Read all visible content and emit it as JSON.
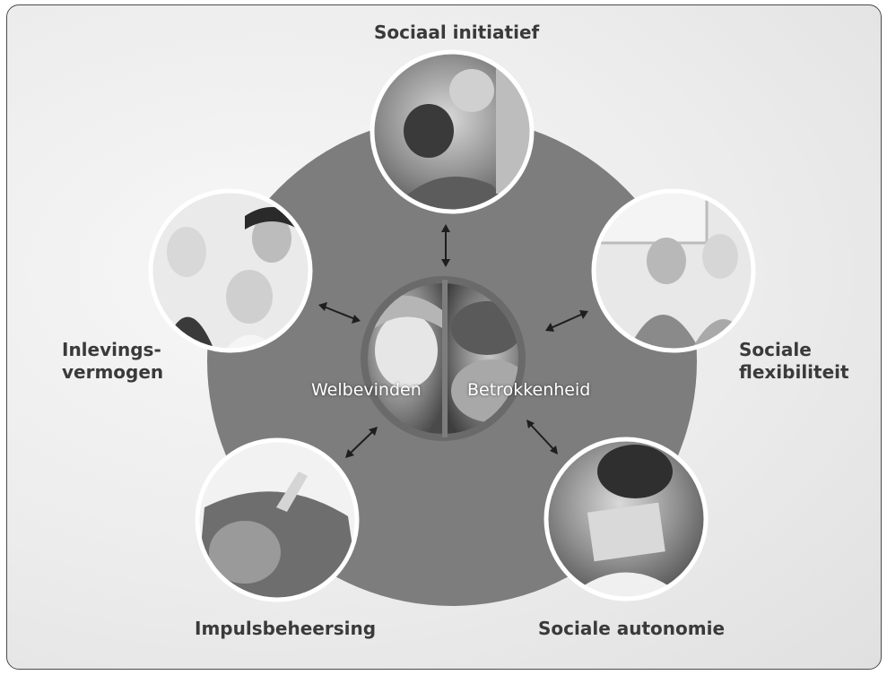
{
  "diagram": {
    "center": {
      "left_label": "Welbevinden",
      "right_label": "Betrokkenheid"
    },
    "nodes": [
      {
        "id": "top",
        "label": "Sociaal initiatief"
      },
      {
        "id": "right",
        "label_lines": [
          "Sociale",
          "flexibiliteit"
        ]
      },
      {
        "id": "bottom-right",
        "label": "Sociale autonomie"
      },
      {
        "id": "bottom-left",
        "label": "Impulsbeheersing"
      },
      {
        "id": "left",
        "label_lines": [
          "Inlevings-",
          "vermogen"
        ]
      }
    ],
    "colors": {
      "disk": "#7d7d7d",
      "ring": "#ffffff",
      "arrow": "#1e1e1e",
      "label": "#3a3a3a"
    }
  }
}
